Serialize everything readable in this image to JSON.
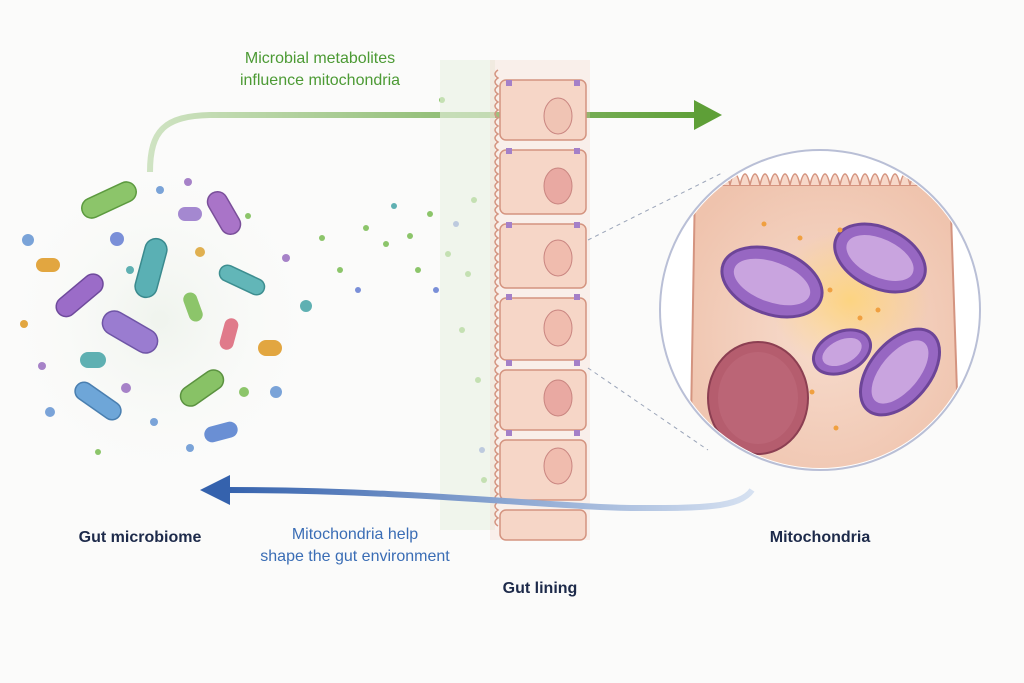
{
  "labels": {
    "top_arrow_line1": "Microbial metabolites",
    "top_arrow_line2": "influence mitochondria",
    "bottom_arrow_line1": "Mitochondria help",
    "bottom_arrow_line2": "shape the gut environment",
    "gut_microbiome": "Gut microbiome",
    "gut_lining": "Gut lining",
    "mitochondria": "Mitochondria"
  },
  "colors": {
    "green_arrow": "#6aa83f",
    "blue_arrow": "#3a67b0",
    "label_navy": "#1d2a4a",
    "label_green": "#4c9a34",
    "label_blue": "#3a6db5",
    "cell_fill": "#f4cfc0",
    "mito_purple": "#8a5cb4"
  }
}
